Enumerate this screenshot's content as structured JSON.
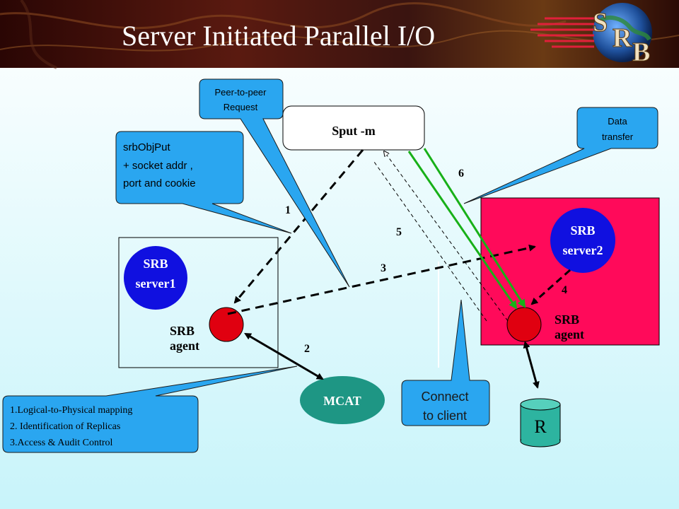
{
  "title": "Server Initiated Parallel I/O",
  "logo": {
    "letters": [
      "S",
      "R",
      "B"
    ]
  },
  "colors": {
    "background_top": "#ffffff",
    "background_bottom": "#c8f4fa",
    "header_dark": "#3a0a08",
    "callout_blue": "#2aa6f0",
    "server_blue": "#1010e0",
    "agent_red": "#e00010",
    "server2_box": "#ff0a5a",
    "mcat_teal": "#1e9684",
    "resource_teal": "#2db4a0",
    "green_arrow": "#18b018"
  },
  "nodes": {
    "client": {
      "label": "Sput -m"
    },
    "server1": {
      "label_line1": "SRB",
      "label_line2": "server1"
    },
    "server2": {
      "label_line1": "SRB",
      "label_line2": "server2"
    },
    "agent1": {
      "label_line1": "SRB",
      "label_line2": "agent"
    },
    "agent2": {
      "label_line1": "SRB",
      "label_line2": "agent"
    },
    "mcat": {
      "label": "MCAT"
    },
    "resource": {
      "label": "R"
    }
  },
  "steps": [
    "1",
    "2",
    "3",
    "4",
    "5",
    "6"
  ],
  "callouts": {
    "peer": [
      "Peer-to-peer",
      "Request"
    ],
    "srbobjput": [
      "srbObjPut",
      "+ socket addr ,",
      "port and cookie"
    ],
    "data_transfer": [
      "Data",
      "transfer"
    ],
    "connect": [
      "Connect",
      "to client"
    ],
    "mcat_functions": [
      "1.Logical-to-Physical mapping",
      "2. Identification of Replicas",
      "3.Access & Audit Control"
    ]
  }
}
